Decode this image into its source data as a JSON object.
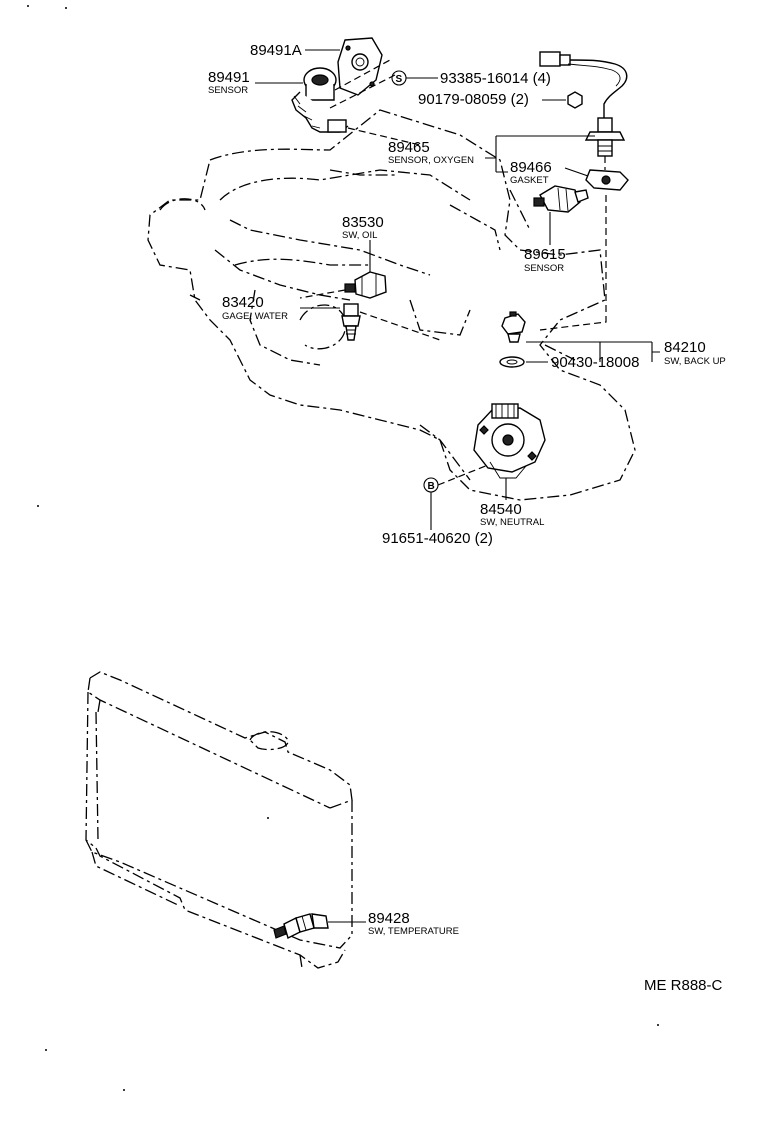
{
  "parts": {
    "p89491a": {
      "number": "89491A"
    },
    "p89491": {
      "number": "89491",
      "name": "SENSOR"
    },
    "p93385": {
      "number": "93385-16014 (4)",
      "symbol": "S"
    },
    "p90179": {
      "number": "90179-08059 (2)"
    },
    "p89465": {
      "number": "89465",
      "name": "SENSOR, OXYGEN"
    },
    "p89466": {
      "number": "89466",
      "name": "GASKET"
    },
    "p83530": {
      "number": "83530",
      "name": "SW, OIL"
    },
    "p89615": {
      "number": "89615",
      "name": "SENSOR"
    },
    "p83420": {
      "number": "83420",
      "name": "GAGE, WATER"
    },
    "p84210": {
      "number": "84210",
      "name": "SW, BACK UP"
    },
    "p90430": {
      "number": "90430-18008"
    },
    "p84540": {
      "number": "84540",
      "name": "SW, NEUTRAL"
    },
    "p91651": {
      "number": "91651-40620 (2)",
      "symbol": "B"
    },
    "p89428": {
      "number": "89428",
      "name": "SW, TEMPERATURE"
    }
  },
  "reference_code": "ME R888-C"
}
